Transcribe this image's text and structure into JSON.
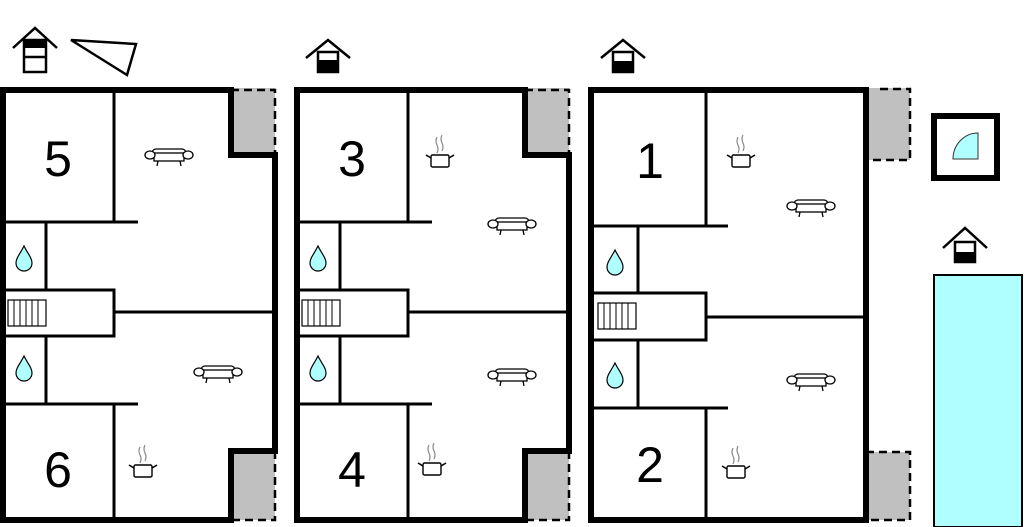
{
  "plan": {
    "units": [
      {
        "rooms": [
          "5",
          "6"
        ]
      },
      {
        "rooms": [
          "3",
          "4"
        ]
      },
      {
        "rooms": [
          "1",
          "2"
        ]
      }
    ],
    "colors": {
      "terrace": "#c0c0c0",
      "water": "#b0ffff",
      "wall": "#000000"
    },
    "icons": [
      "house-floor-icon",
      "compass-triangle-icon",
      "sofa-icon",
      "kitchen-pot-icon",
      "bathroom-drop-icon",
      "stairs-icon",
      "shower-icon",
      "pool"
    ]
  }
}
